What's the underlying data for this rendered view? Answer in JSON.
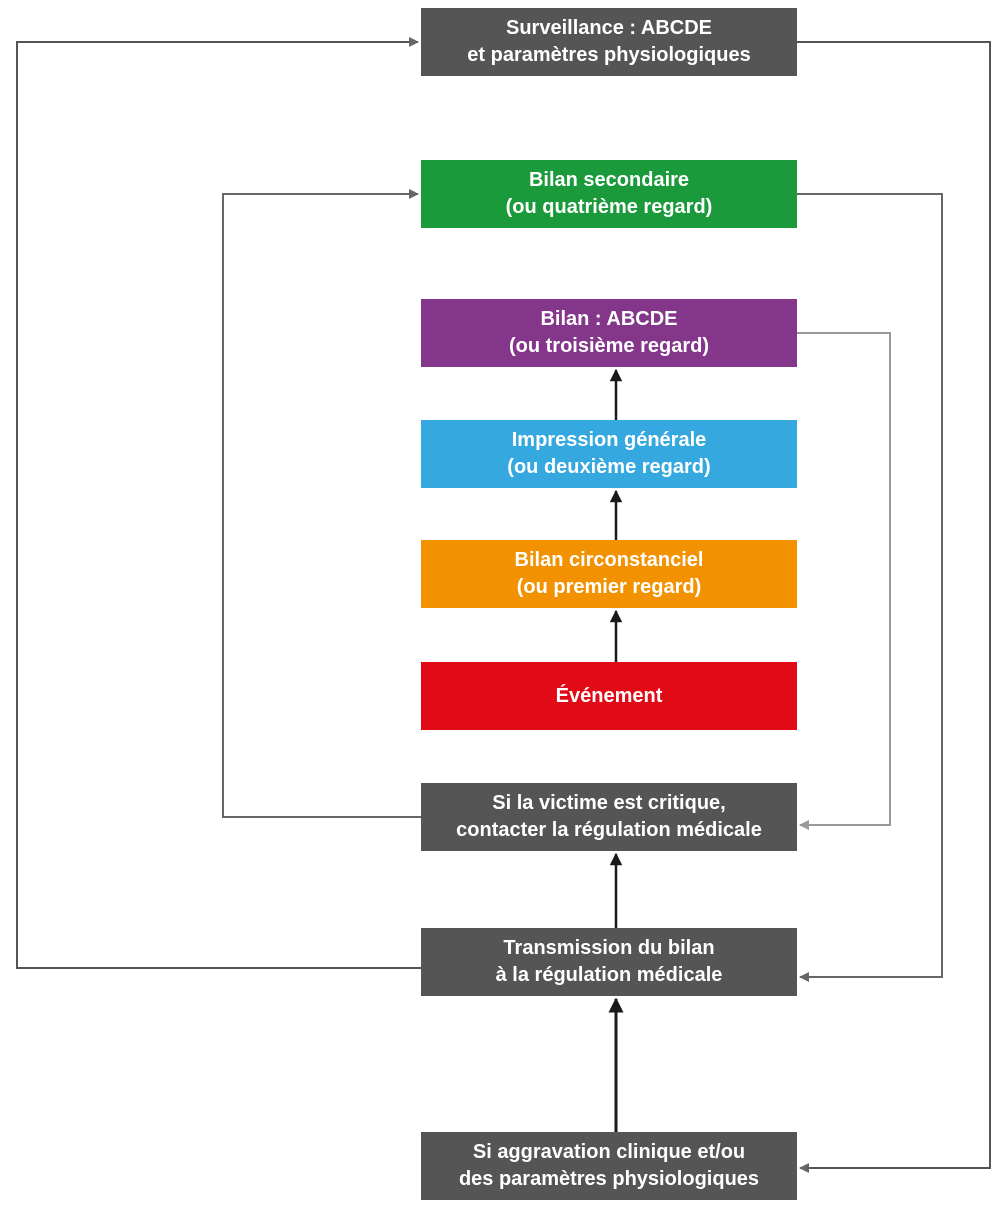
{
  "colors": {
    "grey_box": "#555555",
    "green": "#1a9a3a",
    "purple": "#84378a",
    "blue": "#35a8e0",
    "orange": "#f39200",
    "red": "#e20a16",
    "dark_arrow": "#1a1a1a",
    "grey_arrow": "#666666",
    "light_arrow": "#999999"
  },
  "nodes": {
    "surveillance": {
      "line1": "Surveillance : ABCDE",
      "line2": "et paramètres physiologiques",
      "color": "#555555"
    },
    "bilan_secondaire": {
      "line1": "Bilan secondaire",
      "line2": "(ou quatrième regard)",
      "color": "#1a9a3a"
    },
    "bilan_abcde": {
      "line1": "Bilan : ABCDE",
      "line2": "(ou troisième regard)",
      "color": "#84378a"
    },
    "impression": {
      "line1": "Impression générale",
      "line2": "(ou deuxième regard)",
      "color": "#35a8e0"
    },
    "circonstanciel": {
      "line1": "Bilan circonstanciel",
      "line2": "(ou premier regard)",
      "color": "#f39200"
    },
    "evenement": {
      "line1": "Événement",
      "color": "#e20a16"
    },
    "critique": {
      "line1": "Si la victime est critique,",
      "line2": "contacter la régulation médicale",
      "color": "#555555"
    },
    "transmission": {
      "line1": "Transmission du bilan",
      "line2": "à la régulation médicale",
      "color": "#555555"
    },
    "aggravation": {
      "line1": "Si aggravation clinique et/ou",
      "line2": "des paramètres physiologiques",
      "color": "#555555"
    }
  }
}
